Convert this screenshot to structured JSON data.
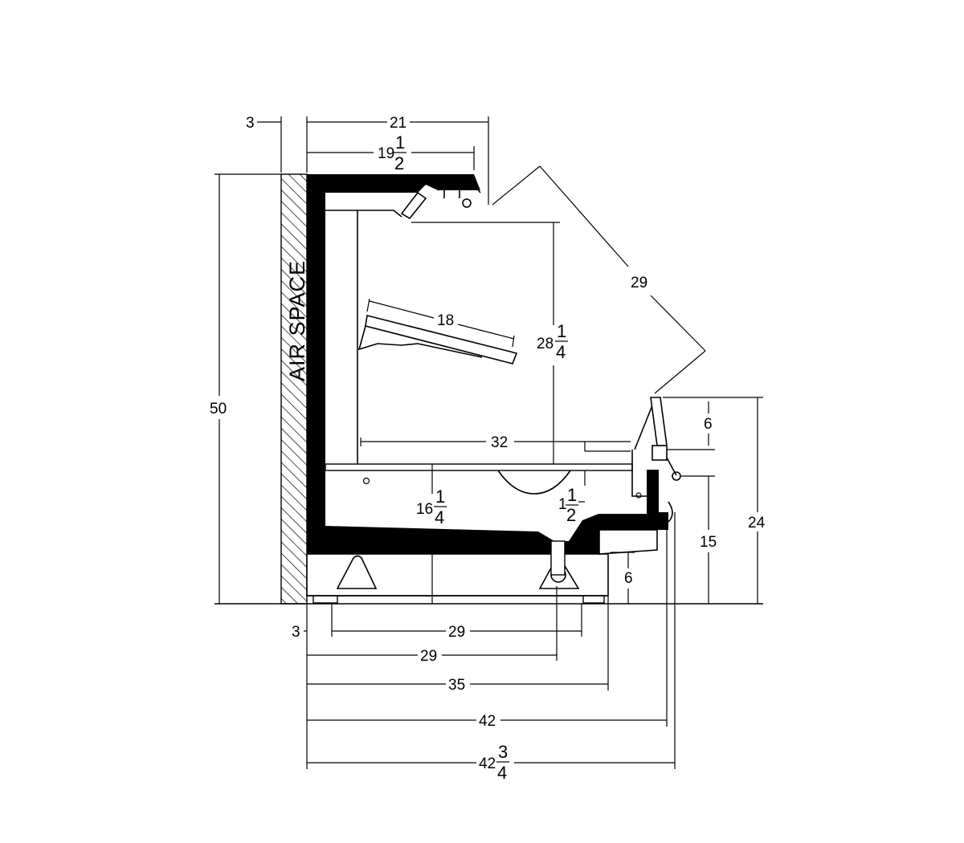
{
  "labels": {
    "air_space": "AIR SPACE"
  },
  "dimensions": {
    "top_gap": "3",
    "top_overall_width": "21",
    "top_inner_width_whole": "19",
    "top_inner_width_num": "1",
    "top_inner_width_den": "2",
    "overall_height": "50",
    "glass_length": "29",
    "shelf_length": "18",
    "display_height_whole": "28",
    "display_height_num": "1",
    "display_height_den": "4",
    "deck_depth": "32",
    "front_rail_height": "6",
    "front_height": "24",
    "front_lower_height": "15",
    "base_height": "6",
    "deck_height_whole": "16",
    "deck_height_num": "1",
    "deck_height_den": "4",
    "deck_thickness_whole": "1",
    "deck_thickness_num": "1",
    "deck_thickness_den": "2",
    "bottom_left_offset": "3",
    "bottom_leg_span": "29",
    "bottom_drain_distance": "29",
    "bottom_base_depth": "35",
    "bottom_overall_depth": "42",
    "bottom_max_depth_whole": "42",
    "bottom_max_depth_num": "3",
    "bottom_max_depth_den": "4"
  }
}
